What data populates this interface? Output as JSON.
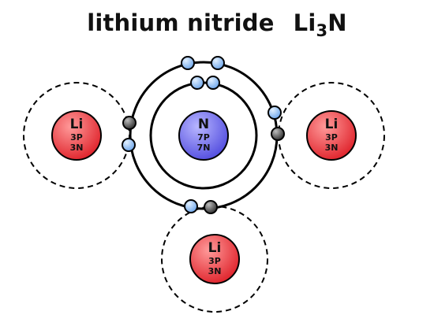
{
  "title": {
    "compound_name": "lithium nitride",
    "formula_prefix": "Li",
    "formula_subscript": "3",
    "formula_suffix": "N"
  },
  "colors": {
    "nitrogen_nucleus": "#5550e0",
    "lithium_nucleus": "#e0262e",
    "nitrogen_electron": "#7ab0ee",
    "lithium_electron": "#3a3a3a",
    "shell_stroke": "#000000"
  },
  "nitrogen": {
    "symbol": "N",
    "protons": "7P",
    "neutrons": "7N",
    "shells": [
      2,
      5
    ]
  },
  "lithium_atoms": [
    {
      "id": "left",
      "symbol": "Li",
      "protons": "3P",
      "neutrons": "3N"
    },
    {
      "id": "right",
      "symbol": "Li",
      "protons": "3P",
      "neutrons": "3N"
    },
    {
      "id": "bottom",
      "symbol": "Li",
      "protons": "3P",
      "neutrons": "3N"
    }
  ]
}
